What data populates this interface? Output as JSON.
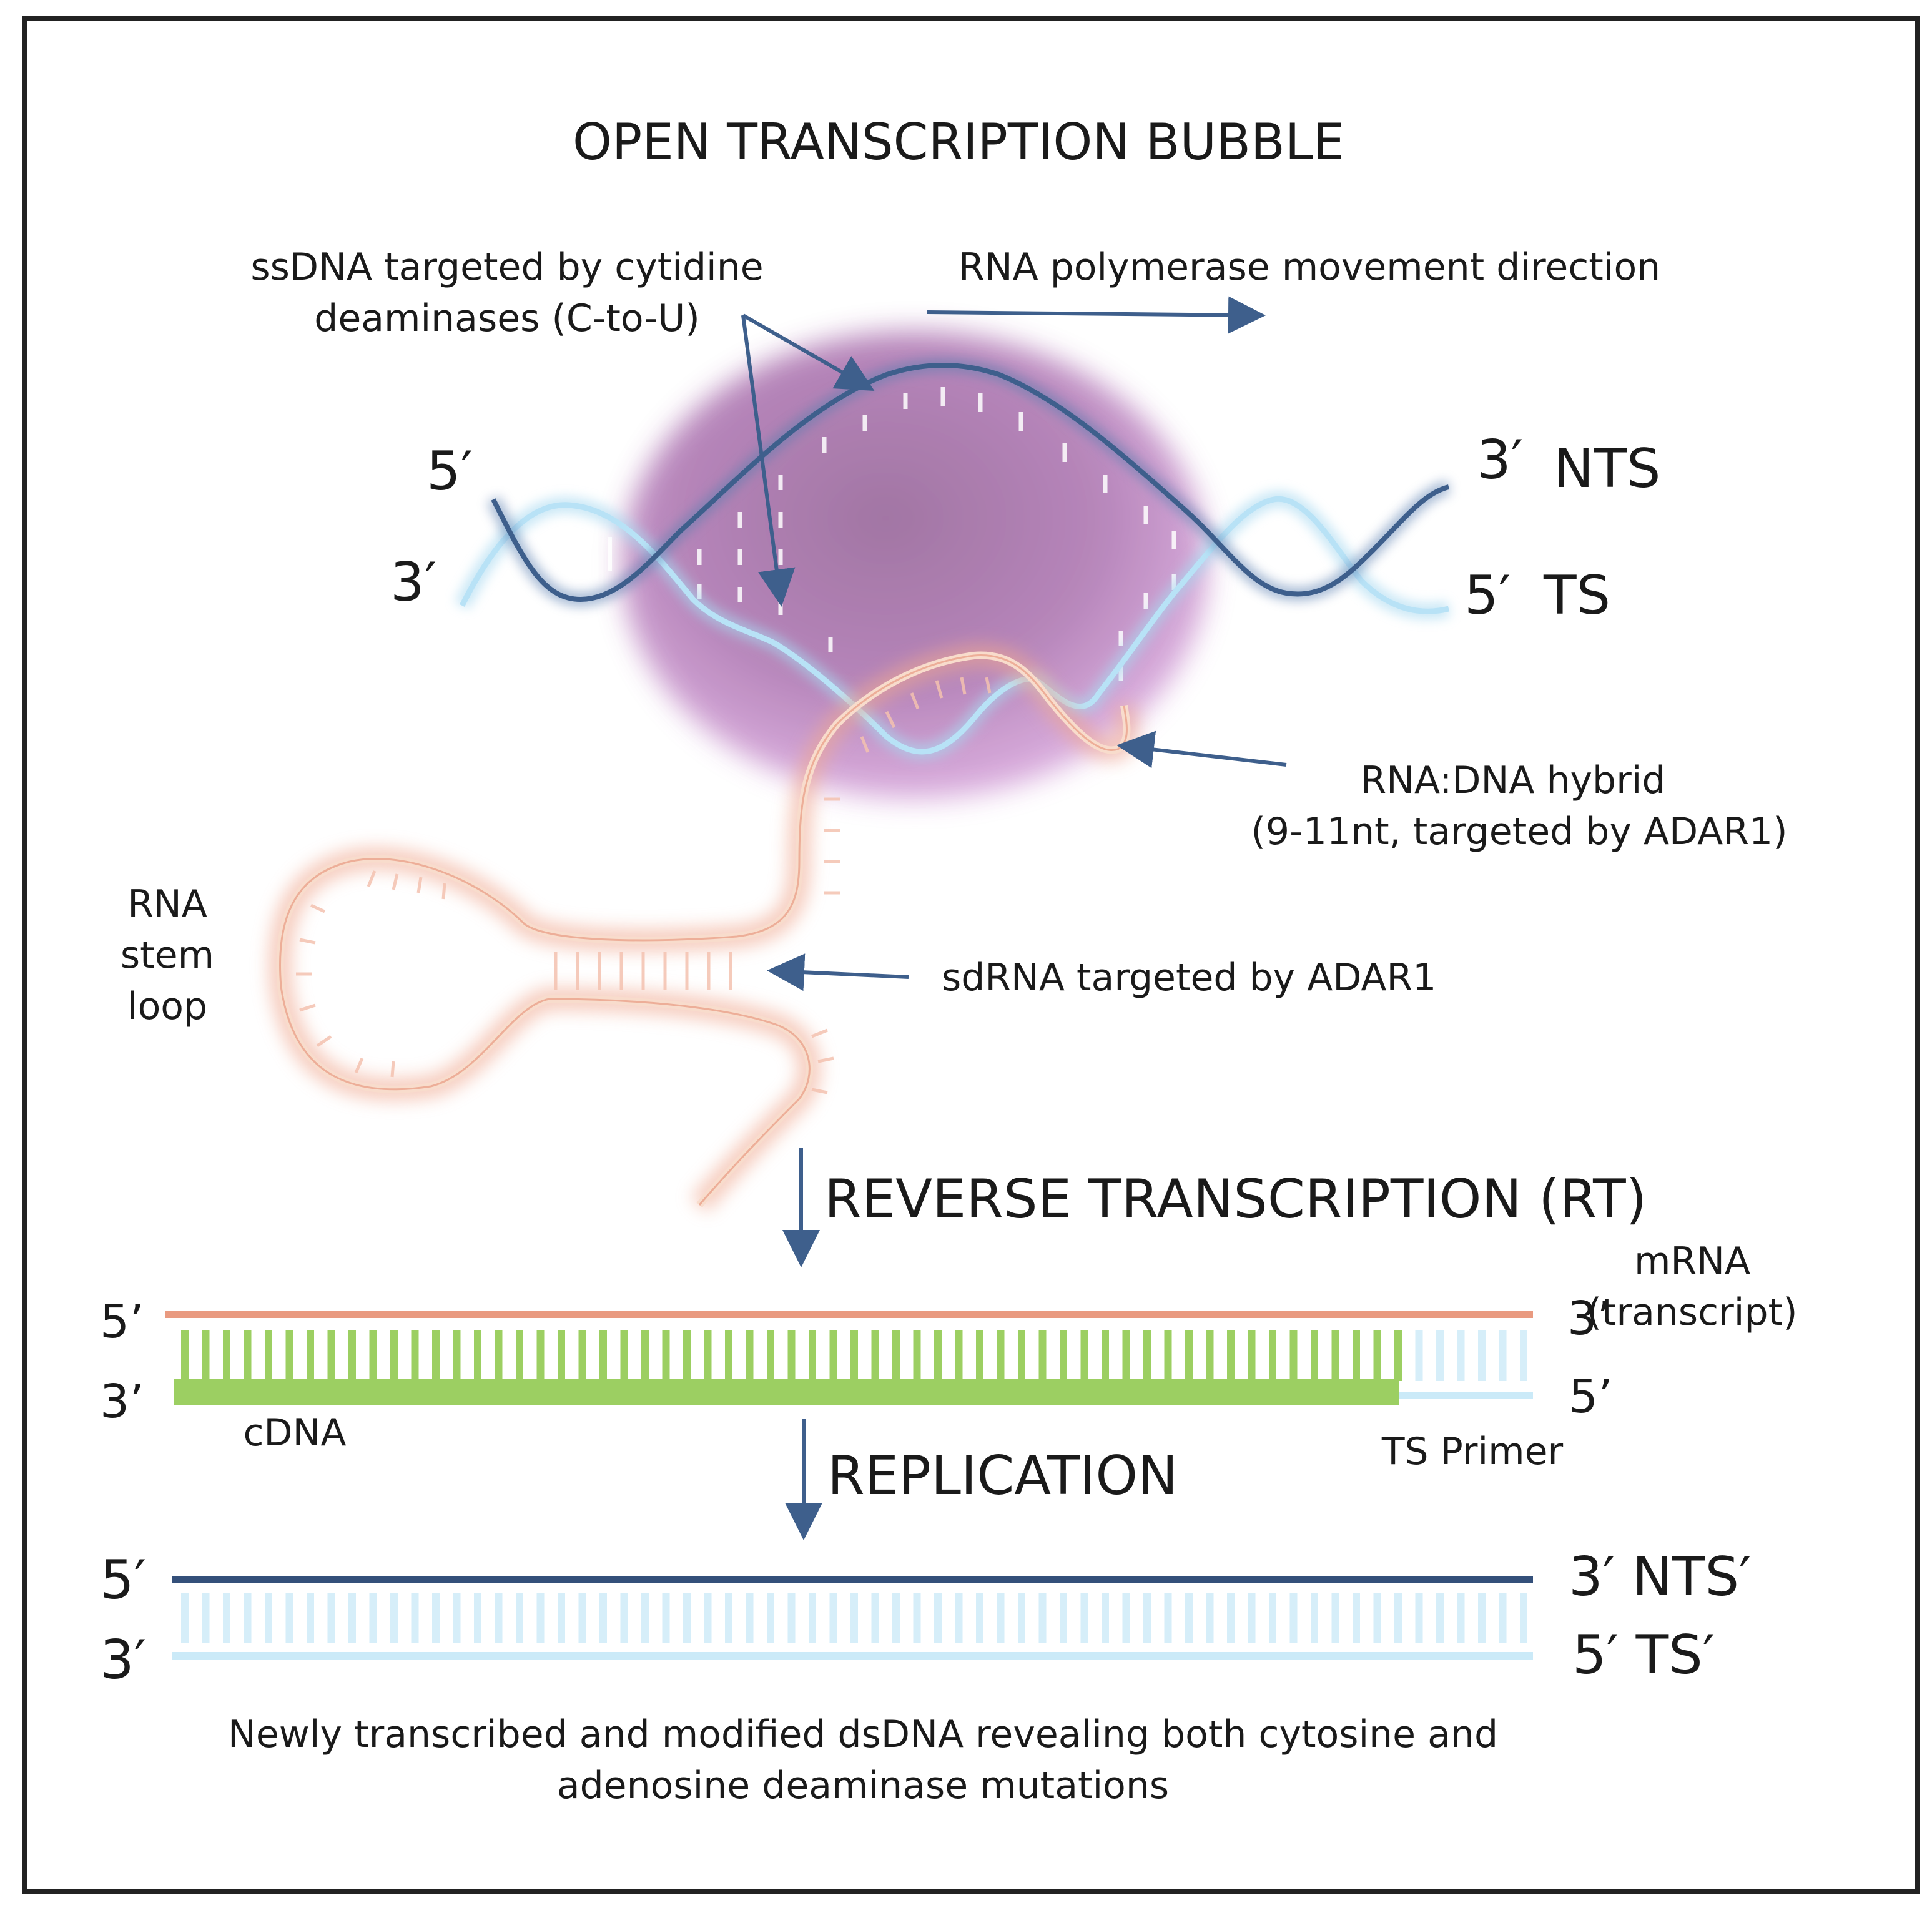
{
  "title": "OPEN TRANSCRIPTION BUBBLE",
  "labels": {
    "ssdna_line1": "ssDNA targeted by cytidine",
    "ssdna_line2": "deaminases (C-to-U)",
    "polymerase": "RNA polymerase movement direction",
    "hybrid_line1": "RNA:DNA hybrid",
    "hybrid_line2": "(9-11nt, targeted by ADAR1)",
    "stemloop_line1": "RNA",
    "stemloop_line2": "stem",
    "stemloop_line3": "loop",
    "sdrna": "sdRNA targeted by ADAR1",
    "rt_step": "REVERSE TRANSCRIPTION (RT)",
    "mrna_line1": "mRNA",
    "mrna_line2": "(transcript)",
    "cdna": "cDNA",
    "ts_primer": "TS Primer",
    "replication_step": "REPLICATION",
    "caption_line1": "Newly transcribed and modified dsDNA revealing both cytosine and",
    "caption_line2": "adenosine deaminase mutations"
  },
  "ends": {
    "bubble_left_top": "5′",
    "bubble_left_bottom": "3′",
    "bubble_right_top": "3′",
    "bubble_right_bottom": "5′",
    "nts": "NTS",
    "ts": "TS",
    "rt_left_top": "5’",
    "rt_left_bottom": "3’",
    "rt_right_top": "3’",
    "rt_right_bottom": "5’",
    "final_left_top": "5′",
    "final_left_bottom": "3′",
    "final_right_top": "3′ NTS′",
    "final_right_bottom": "5′ TS′"
  },
  "colors": {
    "dark_blue_strand": "#3e5f8c",
    "light_blue_strand": "#a6d8f0",
    "rna_strand": "#f0a890",
    "cdna_green": "#9ccf62",
    "bubble_purple": "#a870a8",
    "arrow": "#3e5f8c",
    "border": "#222222"
  }
}
